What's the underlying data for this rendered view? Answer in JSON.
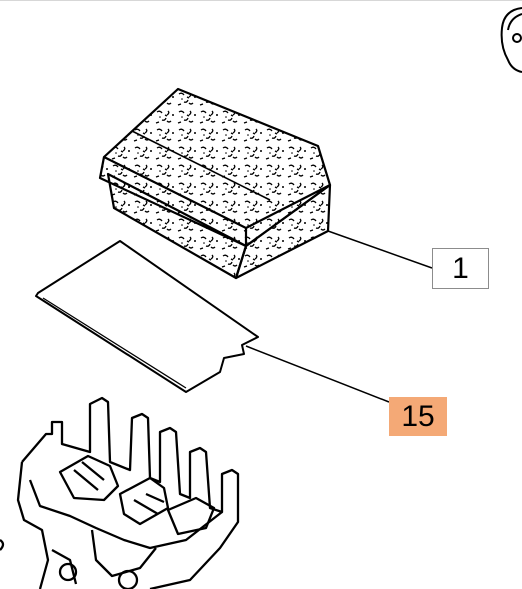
{
  "callouts": [
    {
      "label": "1",
      "highlighted": false
    },
    {
      "label": "15",
      "highlighted": true
    }
  ],
  "colors": {
    "highlight": "#F4A976",
    "line": "#000000",
    "box_border": "#8C8C8C",
    "background": "#FFFFFF"
  },
  "parts": [
    "air-filter-sponge",
    "filter-gasket",
    "air-filter-housing"
  ]
}
